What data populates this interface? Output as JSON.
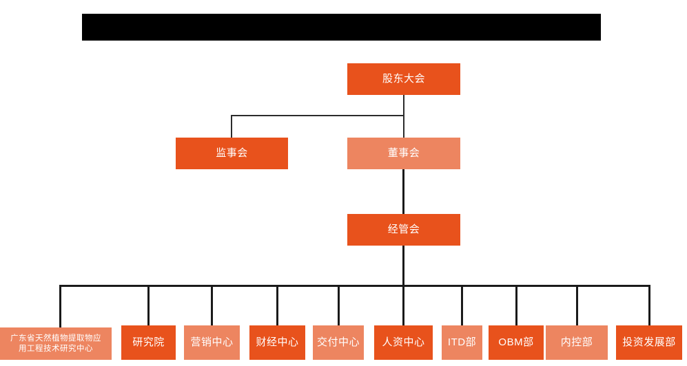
{
  "diagram": {
    "type": "organization-chart",
    "title_bar": {
      "name": "redacted-title-bar",
      "text": "",
      "color": "#000000"
    },
    "colors": {
      "background": "#ffffff",
      "node_dark": "#e8521c",
      "node_light": "#ed8560",
      "connector": "#1a1a1a",
      "node_text": "#ffffff"
    },
    "levels": [
      {
        "level": 1,
        "nodes": [
          {
            "id": "shareholders-meeting",
            "label": "股东大会",
            "style": "dark"
          }
        ]
      },
      {
        "level": 2,
        "nodes": [
          {
            "id": "board-of-supervisors",
            "label": "监事会",
            "style": "dark"
          },
          {
            "id": "board-of-directors",
            "label": "董事会",
            "style": "light"
          }
        ]
      },
      {
        "level": 3,
        "nodes": [
          {
            "id": "management-committee",
            "label": "经管会",
            "style": "dark"
          }
        ]
      },
      {
        "level": 4,
        "nodes": [
          {
            "id": "gd-natural-plant-extract-center",
            "label_line1": "广东省天然植物提取物应",
            "label_line2": "用工程技术研究中心",
            "style": "light"
          },
          {
            "id": "research-institute",
            "label": "研究院",
            "style": "dark"
          },
          {
            "id": "marketing-center",
            "label": "营销中心",
            "style": "light"
          },
          {
            "id": "finance-center",
            "label": "财经中心",
            "style": "dark"
          },
          {
            "id": "delivery-center",
            "label": "交付中心",
            "style": "light"
          },
          {
            "id": "hr-center",
            "label": "人资中心",
            "style": "dark"
          },
          {
            "id": "itd-department",
            "label": "ITD部",
            "style": "light"
          },
          {
            "id": "obm-department",
            "label": "OBM部",
            "style": "dark"
          },
          {
            "id": "internal-control-department",
            "label": "内控部",
            "style": "light"
          },
          {
            "id": "investment-development-department",
            "label": "投资发展部",
            "style": "dark"
          }
        ]
      }
    ]
  }
}
